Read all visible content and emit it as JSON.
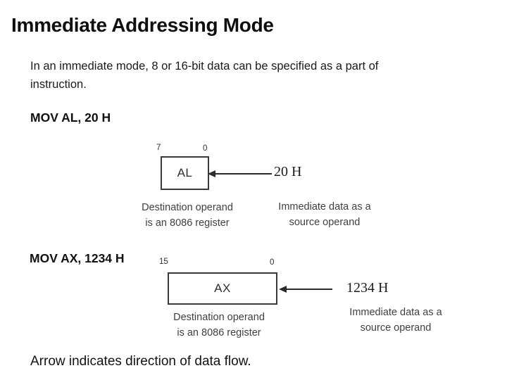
{
  "slide": {
    "title": "Immediate Addressing Mode",
    "intro": "In an immediate mode, 8 or 16-bit data can be specified as a part of instruction.",
    "footer": "Arrow indicates direction of data flow."
  },
  "examples": [
    {
      "instruction": "MOV AL, 20 H",
      "register": "AL",
      "bit_high": "7",
      "bit_low": "0",
      "immediate": "20 H",
      "dest_caption": [
        "Destination operand",
        "is an 8086 register"
      ],
      "src_caption": [
        "Immediate data as a",
        "source operand"
      ]
    },
    {
      "instruction": "MOV AX, 1234 H",
      "register": "AX",
      "bit_high": "15",
      "bit_low": "0",
      "immediate": "1234 H",
      "dest_caption": [
        "Destination operand",
        "is an 8086 register"
      ],
      "src_caption": [
        "Immediate data as a",
        "source operand"
      ]
    }
  ],
  "colors": {
    "background": "#ffffff",
    "text": "#111111",
    "caption_gray": "#3f3f3f",
    "box_border": "#3a3a3a",
    "arrow": "#2b2b2b"
  }
}
